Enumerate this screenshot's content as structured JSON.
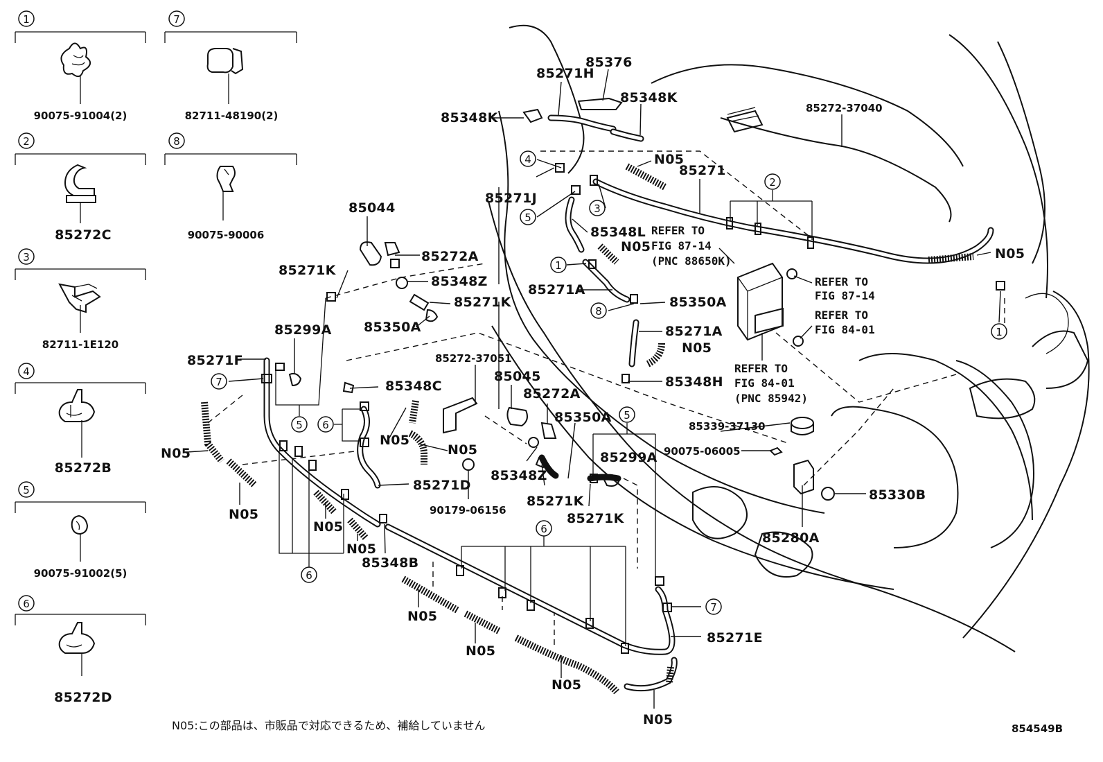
{
  "legend": [
    {
      "num": "①",
      "part": "90075-91004(2)"
    },
    {
      "num": "②",
      "part": "85272C"
    },
    {
      "num": "③",
      "part": "82711-1E120"
    },
    {
      "num": "④",
      "part": "85272B"
    },
    {
      "num": "⑤",
      "part": "90075-91002(5)"
    },
    {
      "num": "⑥",
      "part": "85272D"
    },
    {
      "num": "⑦",
      "part": "82711-48190(2)"
    },
    {
      "num": "⑧",
      "part": "90075-90006"
    }
  ],
  "labels": {
    "p85376": "85376",
    "p85271H": "85271H",
    "p85348K_a": "85348K",
    "p85348K_b": "85348K",
    "p85272_37040": "85272-37040",
    "n05_a": "N05",
    "p85271": "85271",
    "p85271J": "85271J",
    "p85348L": "85348L",
    "n05_b": "N05",
    "p85044": "85044",
    "p85272A_a": "85272A",
    "p85348Z_a": "85348Z",
    "p85271K_a": "85271K",
    "p85271K_b": "85271K",
    "p85350A_a": "85350A",
    "p85271A_a": "85271A",
    "p85350A_b": "85350A",
    "p85271A_b": "85271A",
    "n05_c": "N05",
    "p85348H": "85348H",
    "p85299A_a": "85299A",
    "p85271F": "85271F",
    "p85272_37051": "85272-37051",
    "p85348C": "85348C",
    "p85045": "85045",
    "p85272A_b": "85272A",
    "n05_d": "N05",
    "n05_e": "N05",
    "p85350A_c": "85350A",
    "p85299A_b": "85299A",
    "p85271D": "85271D",
    "p85348Z_b": "85348Z",
    "p90179_06156": "90179-06156",
    "p85271K_c": "85271K",
    "p85271K_d": "85271K",
    "n05_f": "N05",
    "n05_g": "N05",
    "n05_h": "N05",
    "n05_i": "N05",
    "p85348B": "85348B",
    "n05_j": "N05",
    "n05_k": "N05",
    "n05_l": "N05",
    "n05_m": "N05",
    "n05_n": "N05",
    "p85271E": "85271E",
    "p85339_37130": "85339-37130",
    "p90075_06005": "90075-06005",
    "p85330B": "85330B",
    "p85280A": "85280A"
  },
  "refs": {
    "ref1": [
      "REFER TO",
      "FIG 87-14",
      "(PNC 88650K)"
    ],
    "ref2": [
      "REFER TO",
      "FIG 87-14"
    ],
    "ref3": [
      "REFER TO",
      "FIG 84-01"
    ],
    "ref4": [
      "REFER TO",
      "FIG 84-01",
      "(PNC 85942)"
    ]
  },
  "callouts": {
    "c1a": "1",
    "c1b": "1",
    "c2": "2",
    "c3": "3",
    "c4": "4",
    "c5a": "5",
    "c5b": "5",
    "c5c": "5",
    "c6a": "6",
    "c6b": "6",
    "c6c": "6",
    "c7a": "7",
    "c7b": "7",
    "c8": "8"
  },
  "footer": {
    "note": "N05:この部品は、市販品で対応できるため、補給していません",
    "code": "854549B"
  }
}
